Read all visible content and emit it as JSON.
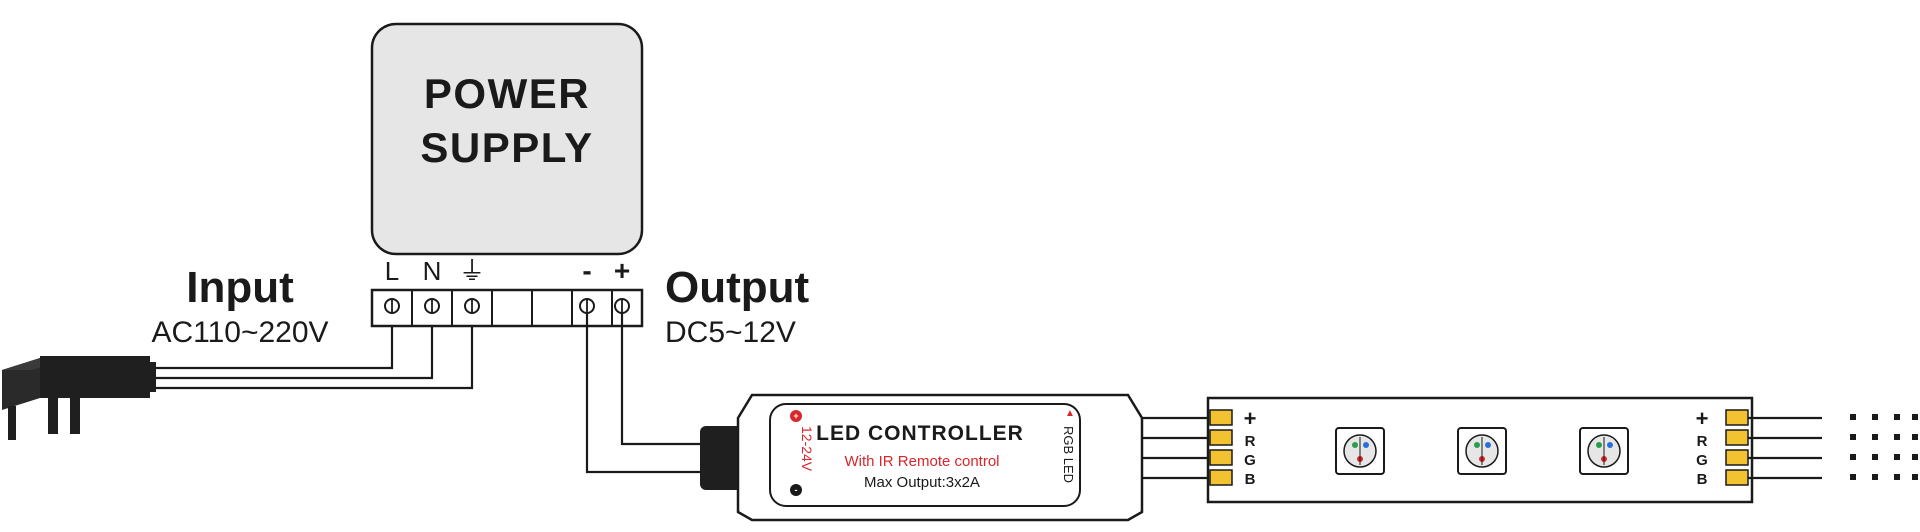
{
  "power_supply": {
    "title_line1": "POWER",
    "title_line2": "SUPPLY",
    "terminal_labels": [
      "L",
      "N",
      "⏚",
      "-",
      "+"
    ]
  },
  "input": {
    "label": "Input",
    "spec": "AC110~220V"
  },
  "output": {
    "label": "Output",
    "spec": "DC5~12V"
  },
  "controller": {
    "title": "LED CONTROLLER",
    "subtitle": "With IR Remote control",
    "max_output": "Max Output:3x2A",
    "voltage": "12-24V",
    "side_label": "RGB LED"
  },
  "strip": {
    "connector_labels": [
      "+",
      "R",
      "G",
      "B"
    ],
    "led_count": 3
  },
  "colors": {
    "line": "#1a1a1a",
    "box_fill": "#e6e6e6",
    "pad_gold": "#f2c230",
    "accent_red": "#d9262b"
  }
}
